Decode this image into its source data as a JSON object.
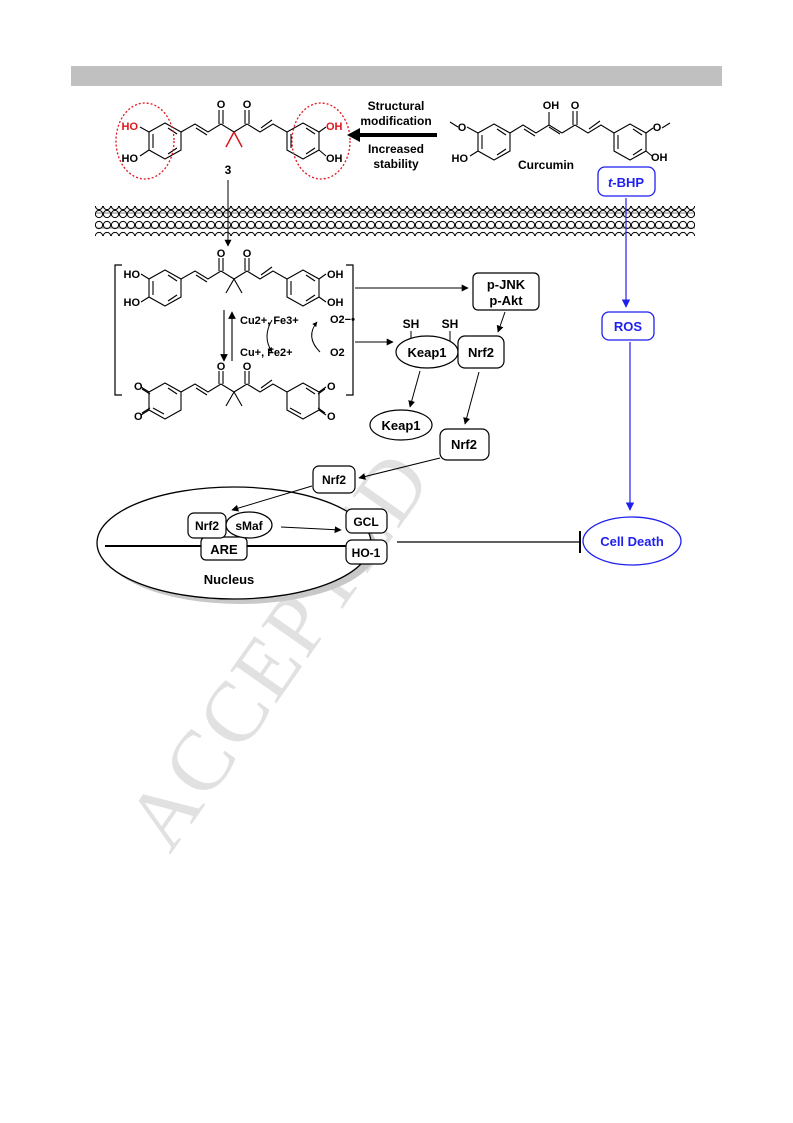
{
  "compound_label": "3",
  "modification": {
    "arrow_top_line1": "Structural",
    "arrow_top_line2": "modification",
    "arrow_bottom_line1": "Increased",
    "arrow_bottom_line2": "stability"
  },
  "curcumin_label": "Curcumin",
  "atoms": {
    "ho": "HO",
    "oh": "OH",
    "o": "O",
    "sh": "SH"
  },
  "redox": {
    "oxidants": "Cu2+, Fe3+",
    "reductants": "Cu+, Fe2+",
    "superoxide": "O2−•",
    "oxygen": "O2"
  },
  "nodes": {
    "pjnk": "p-JNK",
    "pakt": "p-Akt",
    "keap1_complex": "Keap1",
    "nrf2_complex": "Nrf2",
    "keap1_free": "Keap1",
    "nrf2_free": "Nrf2",
    "nrf2_translocating": "Nrf2",
    "nrf2_nuclear": "Nrf2",
    "smaf": "sMaf",
    "are": "ARE",
    "nucleus": "Nucleus",
    "gcl": "GCL",
    "ho1": "HO-1"
  },
  "stress": {
    "tbhp_italic": "t",
    "tbhp_rest": "-BHP",
    "ros": "ROS",
    "cell_death": "Cell Death"
  },
  "watermark": "ACCEPTED",
  "colors": {
    "header_bar": "#c0c0c0",
    "highlight_red": "#e0151d",
    "pathway_blue": "#1f1ff0",
    "ink": "#000000",
    "nucleus_shadow": "#c8c8c8",
    "watermark": "#d0d0d0"
  }
}
